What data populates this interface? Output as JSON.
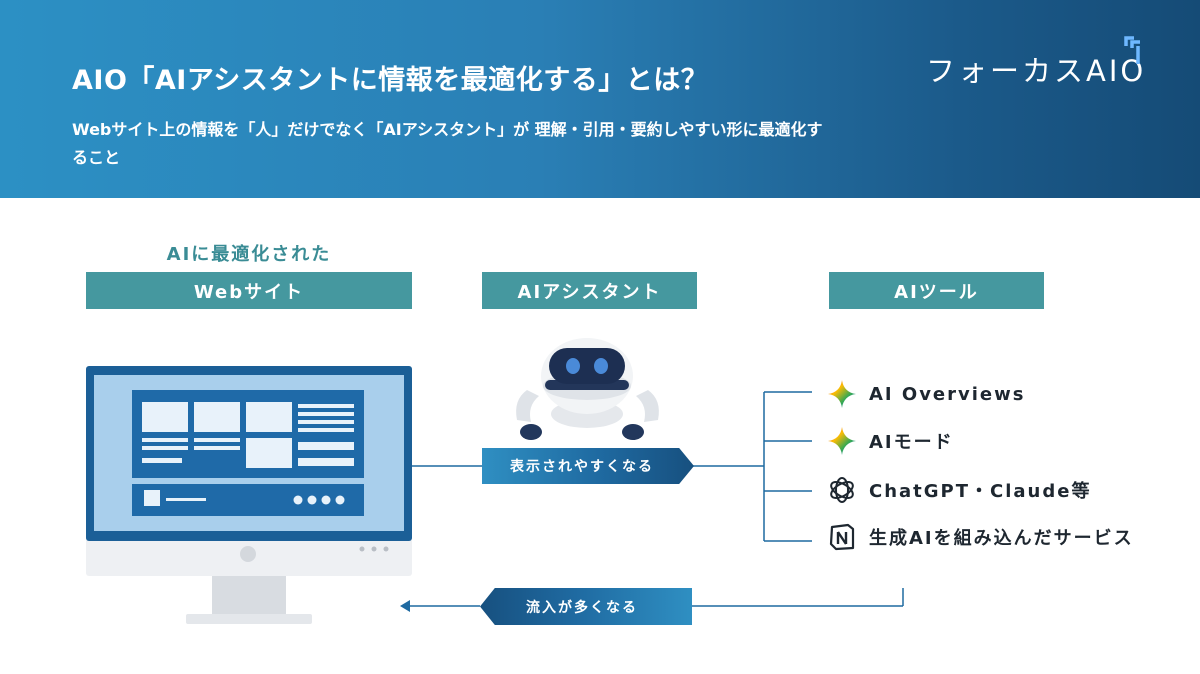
{
  "header": {
    "title": "AIO「AIアシスタントに情報を最適化する」とは？",
    "subtitle": "Webサイト上の情報を「人」だけでなく「AIアシスタント」が 理解・引用・要約しやすい形に最適化すること",
    "logo_text": "フォーカスAIO"
  },
  "diagram": {
    "website_caption": "AIに最適化された",
    "website_label": "Webサイト",
    "assistant_label": "AIアシスタント",
    "tools_label": "AIツール",
    "arrow_forward": "表示されやすくなる",
    "arrow_back": "流入が多くなる",
    "tools": [
      {
        "label": "AI Overviews",
        "icon": "gemini-sparkle-icon"
      },
      {
        "label": "AIモード",
        "icon": "gemini-sparkle-icon"
      },
      {
        "label": "ChatGPT・Claude等",
        "icon": "openai-icon"
      },
      {
        "label": "生成AIを組み込んだサービス",
        "icon": "notion-icon"
      }
    ]
  },
  "colors": {
    "header_start": "#2c90c4",
    "header_end": "#154b76",
    "label_teal": "#45989f",
    "caption_teal": "#3a8c95",
    "arrow_blue": "#1f6aa1"
  }
}
